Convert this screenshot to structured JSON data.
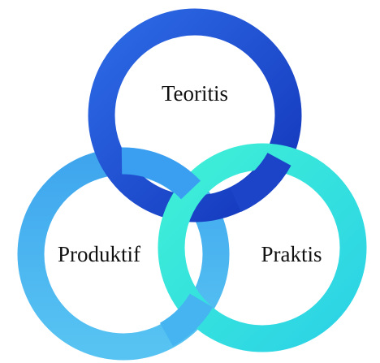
{
  "diagram": {
    "rings": [
      {
        "id": "teoritis",
        "label": "Teoritis",
        "color_light": "#2f6de8",
        "color_dark": "#1233b8"
      },
      {
        "id": "produktif",
        "label": "Produktif",
        "color_light": "#4fb8f0",
        "color_dark": "#1e8fe0"
      },
      {
        "id": "praktis",
        "label": "Praktis",
        "color_light": "#46e8da",
        "color_dark": "#1fc8e2"
      }
    ]
  }
}
